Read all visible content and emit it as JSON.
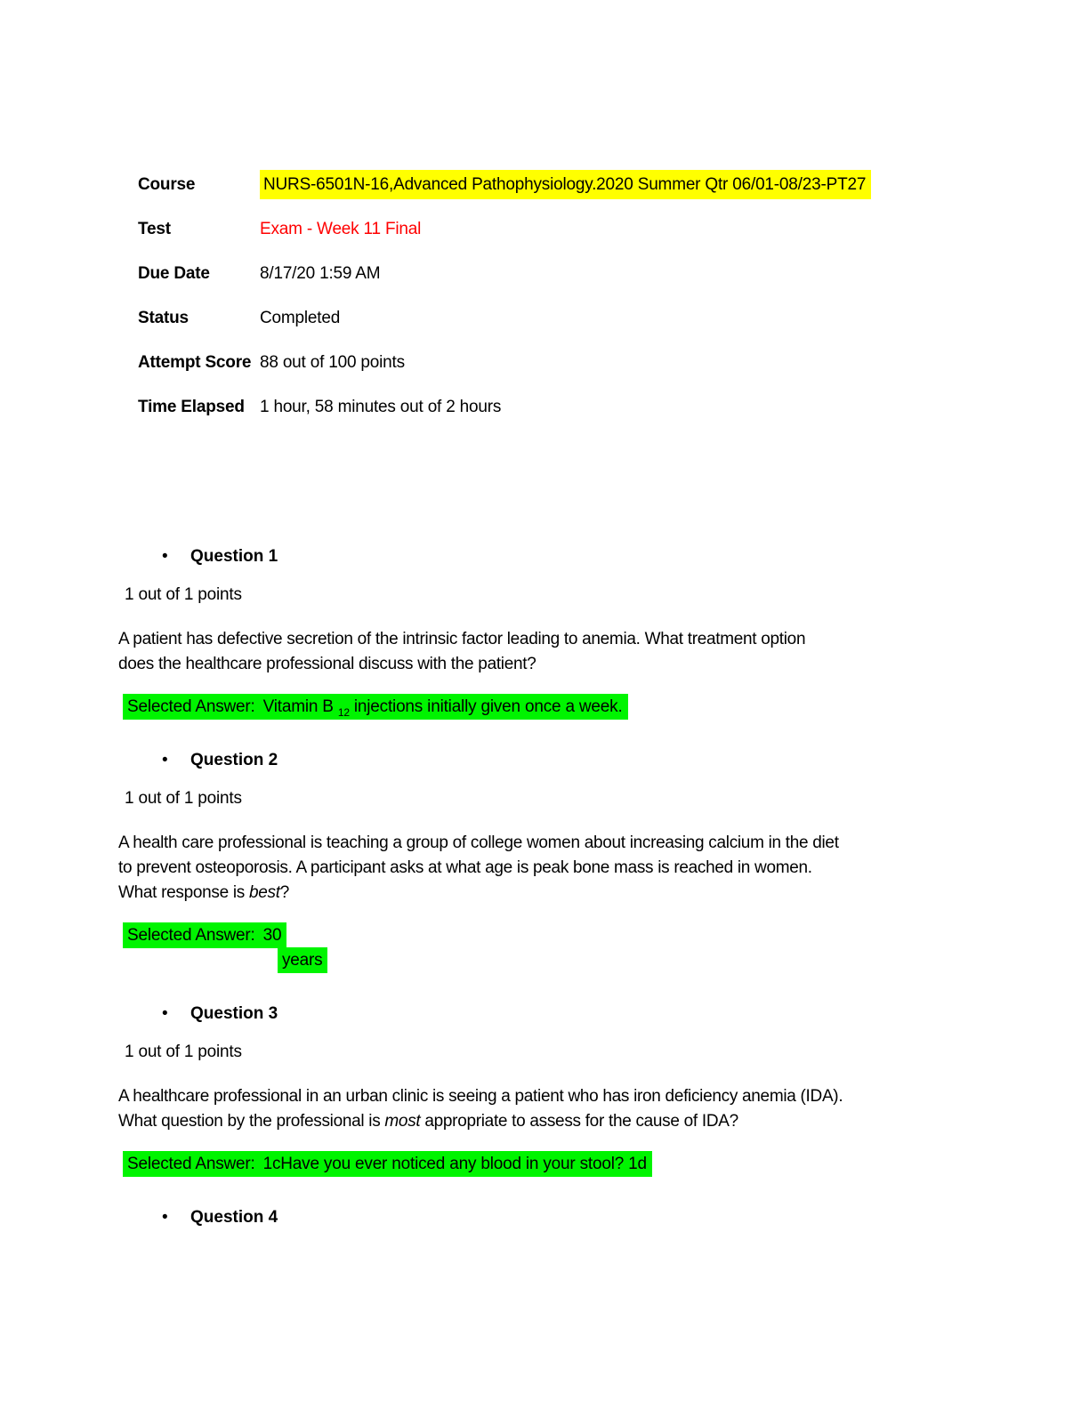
{
  "colors": {
    "highlight_yellow": "#ffff00",
    "highlight_green": "#00f400",
    "test_value_red": "#ff0000",
    "text": "#000000",
    "page_background": "#ffffff"
  },
  "meta": {
    "course_label": "Course",
    "course_value": "NURS-6501N-16,Advanced Pathophysiology.2020 Summer Qtr 06/01-08/23-PT27",
    "test_label": "Test",
    "test_value": "Exam - Week 11 Final",
    "due_date_label": "Due Date",
    "due_date_value": "8/17/20 1:59 AM",
    "status_label": "Status",
    "status_value": "Completed",
    "attempt_score_label": "Attempt Score",
    "attempt_score_value": "88 out of 100 points",
    "time_elapsed_label": "Time Elapsed",
    "time_elapsed_value": "1 hour, 58 minutes out of 2 hours"
  },
  "bullet_glyph": "•",
  "questions": {
    "q1": {
      "title": "Question 1",
      "points": "1 out of 1 points",
      "body_line1": "A patient has defective secretion of the intrinsic factor leading to anemia. What treatment option",
      "body_line2": "does the healthcare professional discuss with the patient?",
      "answer_label": "Selected Answer:",
      "answer_pre": "Vitamin B ",
      "answer_sub": "12",
      "answer_post": " injections initially given once a week."
    },
    "q2": {
      "title": "Question 2",
      "points": "1 out of 1 points",
      "body_line1": "A health care professional is teaching a group of college women about increasing calcium in the diet",
      "body_line2": "to prevent osteoporosis. A participant asks at what age is peak bone mass is reached in women.",
      "body_line3_pre": "What response is ",
      "body_line3_italic": "best",
      "body_line3_post": "?",
      "answer_label": "Selected Answer:",
      "answer_line1": "30",
      "answer_line2": "years"
    },
    "q3": {
      "title": "Question 3",
      "points": "1 out of 1 points",
      "body_line1": "A healthcare professional in an urban clinic is seeing a patient who has iron deficiency anemia (IDA).",
      "body_line2_pre": "What question by the professional is ",
      "body_line2_italic": "most",
      "body_line2_post": " appropriate to assess for the cause of IDA?",
      "answer_label": "Selected Answer:",
      "answer_text": "1cHave you ever noticed any blood in your stool? 1d"
    },
    "q4": {
      "title": "Question 4"
    }
  }
}
